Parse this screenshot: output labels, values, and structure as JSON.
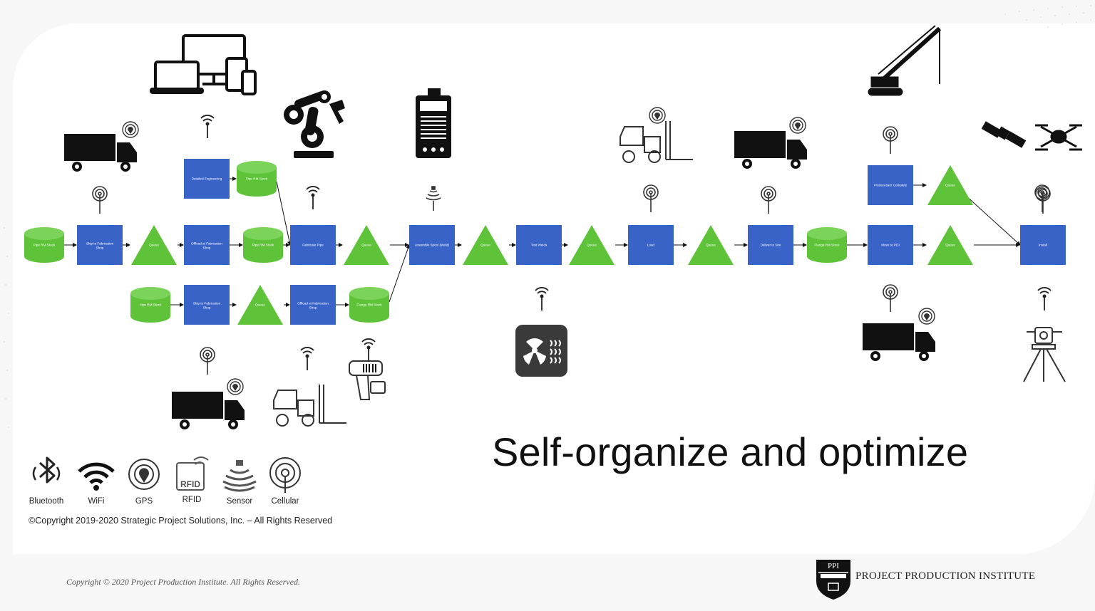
{
  "headline": "Self-organize and optimize",
  "colors": {
    "process": "#3a63c8",
    "inventory": "#5fc33a",
    "queue": "#5fc33a",
    "arrow": "#111111"
  },
  "diagram": {
    "nodes": [
      {
        "id": "n1",
        "type": "inventory",
        "label": "Pipe RM Stock"
      },
      {
        "id": "n2",
        "type": "process",
        "label": "Ship to Fabrication Shop"
      },
      {
        "id": "n3",
        "type": "queue",
        "label": "Queue"
      },
      {
        "id": "n4",
        "type": "process",
        "label": "Offload at Fabrication Shop"
      },
      {
        "id": "n5",
        "type": "inventory",
        "label": "Pipe RM Stock"
      },
      {
        "id": "n6",
        "type": "process",
        "label": "Fabricate Pipe"
      },
      {
        "id": "n7",
        "type": "queue",
        "label": "Queue"
      },
      {
        "id": "n8",
        "type": "process",
        "label": "Assemble Spool (Weld)"
      },
      {
        "id": "n9",
        "type": "queue",
        "label": "Queue"
      },
      {
        "id": "n10",
        "type": "process",
        "label": "Test Welds"
      },
      {
        "id": "n11",
        "type": "queue",
        "label": "Queue"
      },
      {
        "id": "n12",
        "type": "process",
        "label": "Load"
      },
      {
        "id": "n13",
        "type": "queue",
        "label": "Queue"
      },
      {
        "id": "n14",
        "type": "process",
        "label": "Deliver to Site"
      },
      {
        "id": "n15",
        "type": "inventory",
        "label": "Flange RM Stock"
      },
      {
        "id": "n16",
        "type": "process",
        "label": "Move to POI"
      },
      {
        "id": "n17",
        "type": "queue",
        "label": "Queue"
      },
      {
        "id": "n18",
        "type": "process",
        "label": "Install"
      },
      {
        "id": "u1",
        "type": "process",
        "label": "Detailed Engineering"
      },
      {
        "id": "u2",
        "type": "inventory",
        "label": "Pipe RM Stock"
      },
      {
        "id": "u3",
        "type": "process",
        "label": "Predecessor Complete"
      },
      {
        "id": "u4",
        "type": "queue",
        "label": "Queue"
      },
      {
        "id": "l1",
        "type": "inventory",
        "label": "Pipe RM Stock"
      },
      {
        "id": "l2",
        "type": "process",
        "label": "Ship to Fabrication Shop"
      },
      {
        "id": "l3",
        "type": "queue",
        "label": "Queue"
      },
      {
        "id": "l4",
        "type": "process",
        "label": "Offload at Fabrication Shop"
      },
      {
        "id": "l5",
        "type": "inventory",
        "label": "Flange RM Stock"
      }
    ],
    "edges": [
      [
        "n1",
        "n2"
      ],
      [
        "n2",
        "n3"
      ],
      [
        "n3",
        "n4"
      ],
      [
        "n4",
        "n5"
      ],
      [
        "n5",
        "n6"
      ],
      [
        "n6",
        "n7"
      ],
      [
        "n7",
        "n8"
      ],
      [
        "n8",
        "n9"
      ],
      [
        "n9",
        "n10"
      ],
      [
        "n10",
        "n11"
      ],
      [
        "n11",
        "n12"
      ],
      [
        "n12",
        "n13"
      ],
      [
        "n13",
        "n14"
      ],
      [
        "n14",
        "n15"
      ],
      [
        "n15",
        "n16"
      ],
      [
        "n16",
        "n17"
      ],
      [
        "n17",
        "n18"
      ],
      [
        "u1",
        "u2"
      ],
      [
        "u2",
        "n6"
      ],
      [
        "u3",
        "u4"
      ],
      [
        "u4",
        "n18"
      ],
      [
        "l1",
        "l2"
      ],
      [
        "l2",
        "l3"
      ],
      [
        "l3",
        "l4"
      ],
      [
        "l4",
        "l5"
      ],
      [
        "l5",
        "n8"
      ]
    ],
    "devices": [
      "laptop-tablet-phone-icon",
      "robot-arm-icon",
      "welding-machine-icon",
      "crane-icon",
      "truck-icon",
      "forklift-icon",
      "satellite-icon",
      "drone-icon",
      "radiation-tester-icon",
      "barcode-scanner-icon",
      "survey-tripod-icon"
    ]
  },
  "legend": [
    {
      "label": "Bluetooth",
      "icon": "bluetooth-icon"
    },
    {
      "label": "WiFi",
      "icon": "wifi-icon"
    },
    {
      "label": "GPS",
      "icon": "gps-icon"
    },
    {
      "label": "RFID",
      "icon": "rfid-icon"
    },
    {
      "label": "Sensor",
      "icon": "sensor-icon"
    },
    {
      "label": "Cellular",
      "icon": "cellular-icon"
    }
  ],
  "copyright_inner": "©Copyright 2019-2020 Strategic Project Solutions, Inc. – All Rights Reserved",
  "copyright_footer": "Copyright © 2020 Project Production Institute.  All Rights Reserved.",
  "org": {
    "abbr": "PPI",
    "name": "PROJECT PRODUCTION INSTITUTE"
  }
}
